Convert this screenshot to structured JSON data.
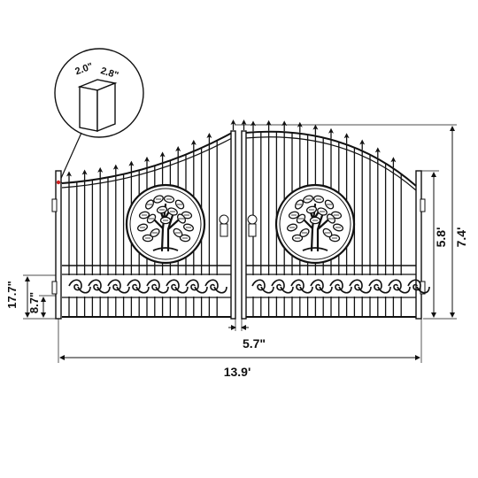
{
  "diagram": {
    "post_detail": {
      "width_label": "2.0\"",
      "depth_label": "2.8\""
    },
    "dimensions": {
      "total_height": "7.4'",
      "side_height": "5.8'",
      "total_width": "13.9'",
      "center_gap": "5.7\"",
      "bottom_section": "17.7\"",
      "bottom_gap": "8.7\""
    }
  },
  "colors": {
    "line": "#111111",
    "accent": "#cc2222",
    "background": "#ffffff"
  },
  "icons": [
    "tree-of-life-medallion",
    "scroll-band",
    "spear-finial",
    "gate-latch"
  ]
}
